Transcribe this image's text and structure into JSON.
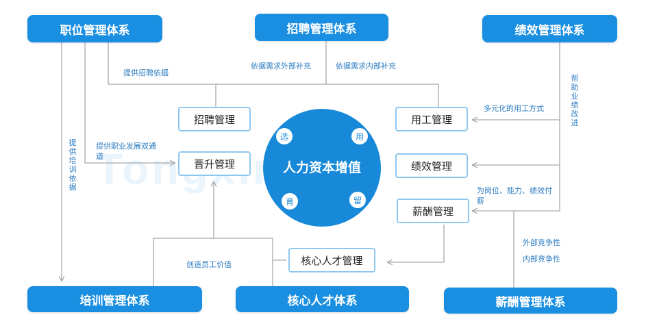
{
  "watermark": "Tongxin同鑫",
  "center": {
    "title": "人力资本增值",
    "cycle": [
      "选",
      "用",
      "留",
      "育"
    ]
  },
  "systems": {
    "position": "职位管理体系",
    "recruit": "招聘管理体系",
    "performance": "绩效管理体系",
    "training": "培训管理体系",
    "core_talent": "核心人才体系",
    "salary": "薪酬管理体系"
  },
  "modules": {
    "recruit": "招聘管理",
    "promotion": "晋升管理",
    "employment": "用工管理",
    "performance": "绩效管理",
    "salary": "薪酬管理",
    "core_talent": "核心人才管理"
  },
  "labels": {
    "provide_recruit_basis": "提供招聘依据",
    "external_supplement": "依据需求外部补充",
    "internal_supplement": "依据需求内部补充",
    "diverse_employment": "多元化的用工方式",
    "help_improve": "帮助业绩改进",
    "career_channel": "提供职业发展双通道",
    "training_basis": "提供培训依据",
    "pay_basis": "为岗位、能力、绩效付薪",
    "create_value": "创造员工价值",
    "external_competitive": "外部竞争性",
    "internal_competitive": "内部竞争性"
  },
  "colors": {
    "system_fill": "#1a8ee0",
    "hub_fill": "#1789d8",
    "module_border": "#8ec8ef",
    "line": "#a9a9a9",
    "label_text": "#2a7bc0"
  }
}
